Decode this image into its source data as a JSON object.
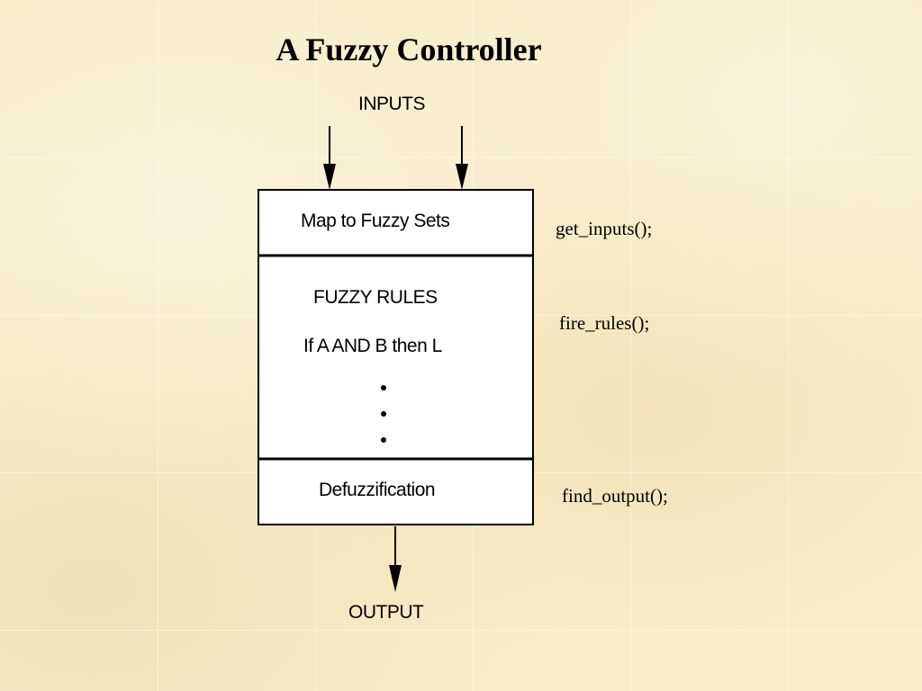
{
  "title": "A Fuzzy Controller",
  "inputs_label": "INPUTS",
  "output_label": "OUTPUT",
  "blocks": {
    "map": "Map to Fuzzy Sets",
    "rules_header": "FUZZY RULES",
    "rule_example": "If A AND B then L",
    "defuzz": "Defuzzification"
  },
  "functions": {
    "get_inputs": "get_inputs();",
    "fire_rules": "fire_rules();",
    "find_output": "find_output();"
  }
}
